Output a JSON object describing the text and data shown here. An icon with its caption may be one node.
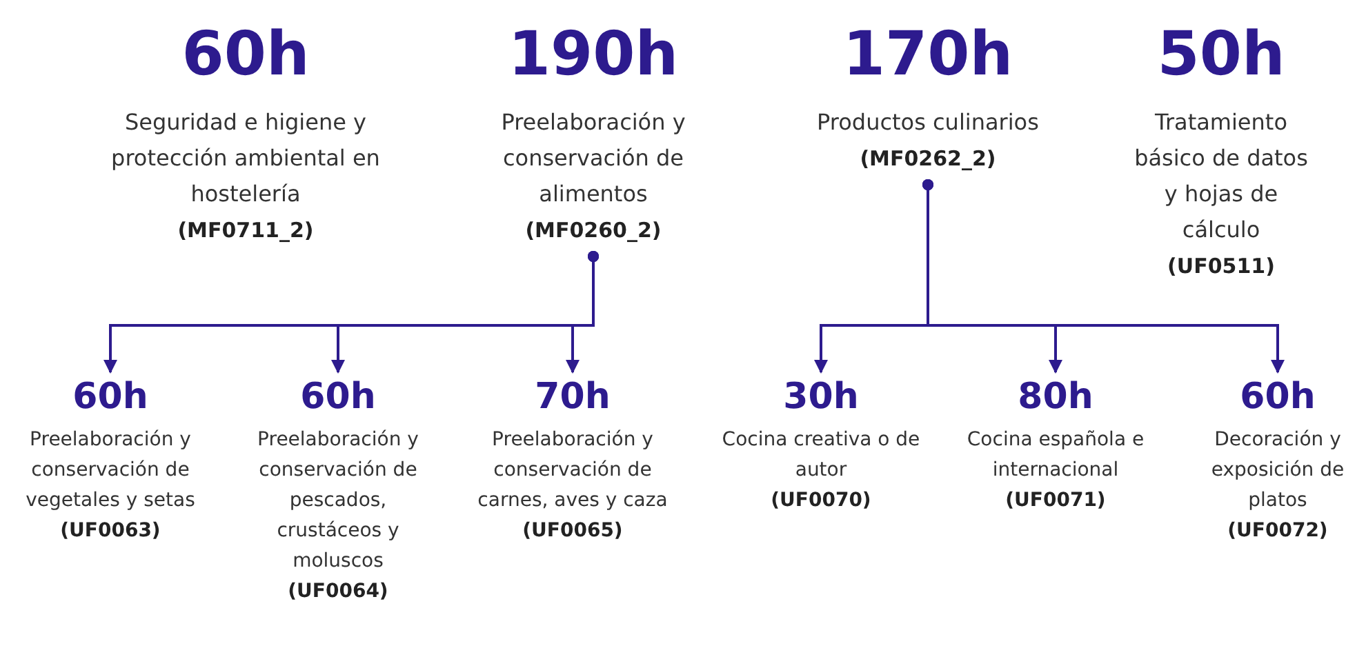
{
  "diagram": {
    "nodes": [
      {
        "text": [
          "60h",
          "Seguridad e higiene y protección ambiental en hostelería",
          "(MF0711_2)"
        ]
      },
      {
        "text": [
          "190h",
          "Preelaboración y conservación de alimentos",
          "(MF0260_2)"
        ]
      },
      {
        "text": [
          "170h",
          "Productos culinarios",
          "(MF0262_2)"
        ]
      },
      {
        "text": [
          "50h",
          "Tratamiento básico de datos y hojas de cálculo",
          "(UF0511)"
        ]
      },
      {
        "text": [
          "60h",
          "Preelaboración y conservación de vegetales y setas",
          "(UF0063)"
        ]
      },
      {
        "text": [
          "60h",
          "Preelaboración y conservación de pescados, crustáceos y moluscos",
          "(UF0064)"
        ]
      },
      {
        "text": [
          "70h",
          "Preelaboración y conservación de carnes, aves y caza",
          "(UF0065)"
        ]
      },
      {
        "text": [
          "30h",
          "Cocina creativa o de autor",
          "(UF0070)"
        ]
      },
      {
        "text": [
          "80h",
          "Cocina española e internacional",
          "(UF0071)"
        ]
      },
      {
        "text": [
          "60h",
          "Decoración y exposición de platos",
          "(UF0072)"
        ]
      }
    ],
    "edges": [
      {
        "from": 1,
        "to": 4,
        "arrow": "to"
      },
      {
        "from": 1,
        "to": 5,
        "arrow": "to"
      },
      {
        "from": 1,
        "to": 6,
        "arrow": "to"
      },
      {
        "from": 2,
        "to": 7,
        "arrow": "to"
      },
      {
        "from": 2,
        "to": 8,
        "arrow": "to"
      },
      {
        "from": 2,
        "to": 9,
        "arrow": "to"
      }
    ]
  }
}
